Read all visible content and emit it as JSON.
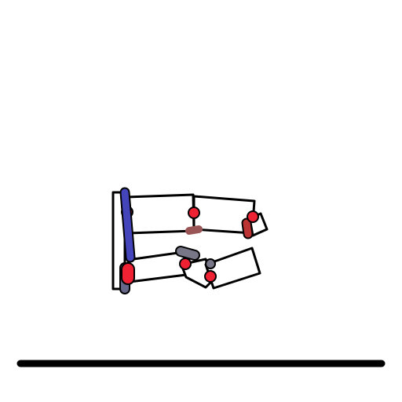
{
  "scene": {
    "background_color": "#ffffff",
    "ground_color": "#000000",
    "outline_color": "#000000",
    "colors": {
      "joint_red": "#ee2233",
      "joint_dark_red": "#bb3333",
      "joint_brown": "#995555",
      "joint_gray": "#777788",
      "joint_slate": "#666688",
      "actuator_blue": "#4444bb"
    },
    "parts": [
      "ground",
      "back-plate",
      "upper-segment-1",
      "upper-segment-2",
      "upper-tip",
      "lower-segment-1",
      "lower-segment-2",
      "lower-segment-3",
      "actuator-bar"
    ]
  }
}
